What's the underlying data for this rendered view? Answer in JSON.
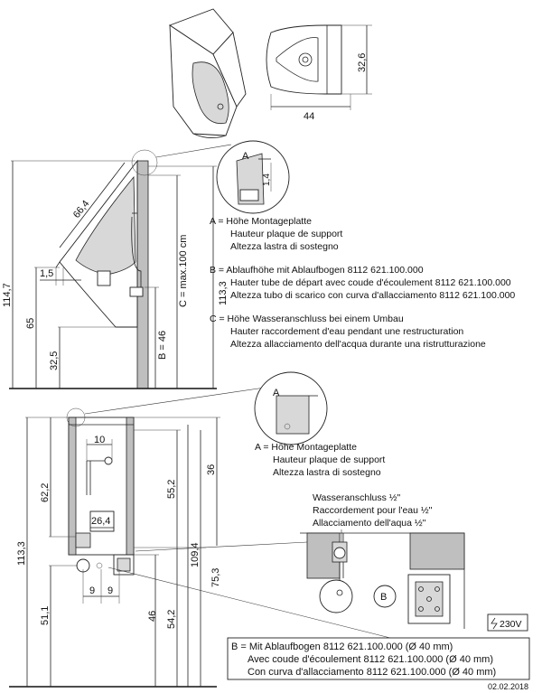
{
  "top_view": {
    "width_dim": "44",
    "depth_dim": "32,6"
  },
  "side_view": {
    "dims": {
      "total_height": "114,7",
      "length_diag": "66,4",
      "lip_offset": "1,5",
      "rim_height": "65",
      "floor_dim": "32,5",
      "b_value": "B = 46",
      "c_value": "C = max.100 cm",
      "plate_height": "113,3"
    },
    "detail_a_label": "A",
    "detail_a_dim": "1,4"
  },
  "legend_abc": {
    "a_title": "A = Höhe Montageplatte",
    "a_fr": "Hauteur plaque de support",
    "a_it": "Altezza lastra di sostegno",
    "b_title": "B = Ablaufhöhe mit Ablaufbogen 8112 621.100.000",
    "b_fr": "Hauter tube de départ avec coude d'écoulement 8112 621.100.000",
    "b_it": "Altezza tubo di scarico con curva d'allacciamento 8112 621.100.000",
    "c_title": "C = Höhe Wasseranschluss bei einem Umbau",
    "c_fr": "Hauter raccordement d'eau pendant une restructuration",
    "c_it": "Altezza allacciamento dell'acqua durante una ristrutturazione"
  },
  "front_view": {
    "dims": {
      "d10": "10",
      "d36": "36",
      "d62_2": "62,2",
      "d55_2": "55,2",
      "d26_4": "26,4",
      "d113_3": "113,3",
      "d109_4": "109,4",
      "d75_3": "75,3",
      "d51_1": "51,1",
      "d46": "46",
      "d54_2": "54,2",
      "d9a": "9",
      "d9b": "9"
    },
    "detail_a_label": "A",
    "detail_b_label": "B"
  },
  "legend_a2": {
    "title": "A = Höhe Montageplatte",
    "fr": "Hauteur plaque de support",
    "it": "Altezza lastra di sostegno"
  },
  "water": {
    "de": "Wasseranschluss ½\"",
    "fr": "Raccordement pour l'eau ½\"",
    "it": "Allacciamento dell'aqua ½\""
  },
  "voltage": "230V",
  "legend_b2": {
    "de": "B = Mit Ablaufbogen 8112 621.100.000 (Ø 40 mm)",
    "fr": "Avec coude d'écoulement 8112 621.100.000 (Ø 40 mm)",
    "it": "Con curva d'allacciamento 8112 621.100.000 (Ø 40 mm)"
  },
  "date": "02.02.2018"
}
